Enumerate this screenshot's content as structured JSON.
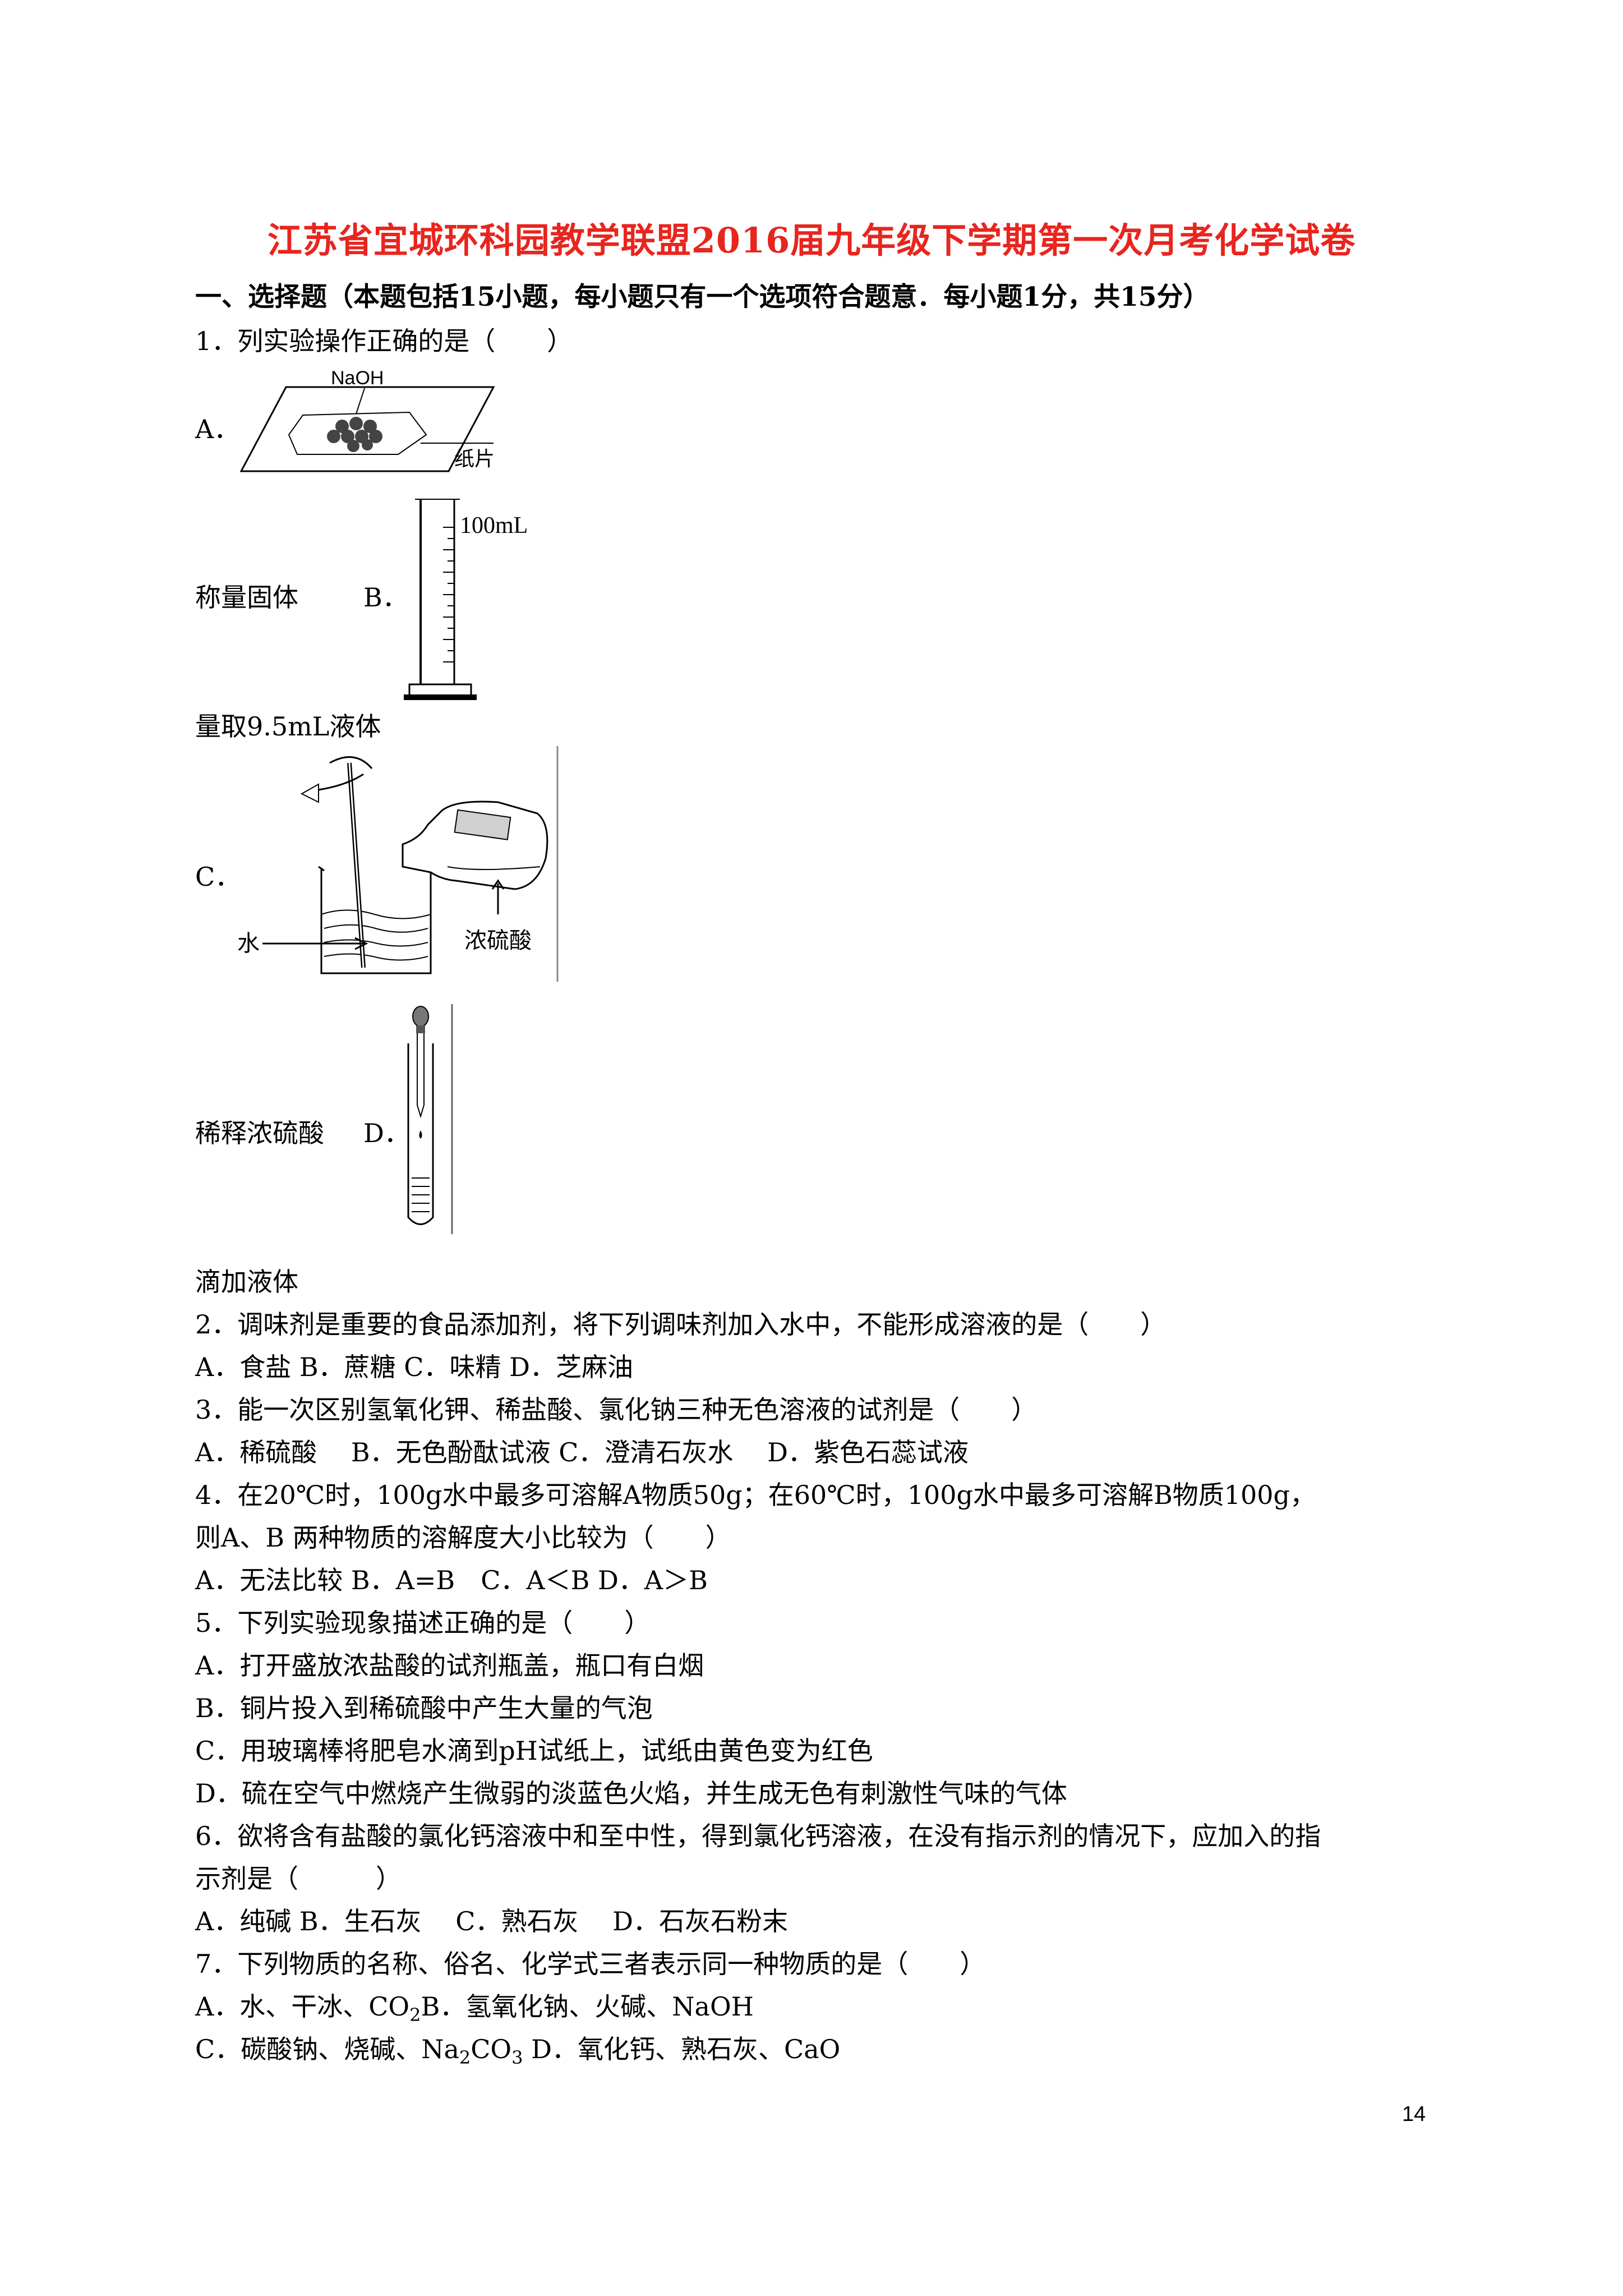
{
  "title": "江苏省宜城环科园教学联盟2016届九年级下学期第一次月考化学试卷",
  "section1": "一、选择题（本题包括15小题，每小题只有一个选项符合题意．每小题1分，共15分）",
  "q1": {
    "stem": "1．列实验操作正确的是（　　）",
    "a_label": "A．",
    "a_fig_naoh": "NaOH",
    "a_fig_paper": "纸片",
    "a_caption": "称量固体",
    "b_label": "B．",
    "b_fig_volume": "100mL",
    "b_caption": "量取9.5mL液体",
    "c_label": "C．",
    "c_fig_water": "水",
    "c_fig_acid": "浓硫酸",
    "c_caption": "稀释浓硫酸",
    "d_label": "D．",
    "d_caption": "滴加液体"
  },
  "q2": {
    "stem": "2．调味剂是重要的食品添加剂，将下列调味剂加入水中，不能形成溶液的是（　　）",
    "options": "A．食盐 B．蔗糖 C．味精 D．芝麻油"
  },
  "q3": {
    "stem": "3．能一次区别氢氧化钾、稀盐酸、氯化钠三种无色溶液的试剂是（　　）",
    "options": "A．稀硫酸　 B．无色酚酞试液 C．澄清石灰水　 D．紫色石蕊试液"
  },
  "q4": {
    "stem_line1": "4．在20℃时，100g水中最多可溶解A物质50g；在60℃时，100g水中最多可溶解B物质100g，",
    "stem_line2": "则A、B 两种物质的溶解度大小比较为（　　）",
    "options": "A．无法比较 B．A=B　C．A＜B D．A＞B"
  },
  "q5": {
    "stem": "5．下列实验现象描述正确的是（　　）",
    "a": "A．打开盛放浓盐酸的试剂瓶盖，瓶口有白烟",
    "b": "B．铜片投入到稀硫酸中产生大量的气泡",
    "c": "C．用玻璃棒将肥皂水滴到pH试纸上，试纸由黄色变为红色",
    "d": "D．硫在空气中燃烧产生微弱的淡蓝色火焰，并生成无色有刺激性气味的气体"
  },
  "q6": {
    "stem_line1": "6．欲将含有盐酸的氯化钙溶液中和至中性，得到氯化钙溶液，在没有指示剂的情况下，应加入的指",
    "stem_line2": "示剂是（　　　）",
    "options": "A．纯碱 B．生石灰　 C．熟石灰　 D．石灰石粉末"
  },
  "q7": {
    "stem": "7．下列物质的名称、俗名、化学式三者表示同一种物质的是（　　）",
    "opt_a_text": "A．水、干冰、CO",
    "opt_a_sub": "2",
    "opt_b_text": "B．氢氧化钠、火碱、NaOH",
    "opt_c_text": "C．碳酸钠、烧碱、Na",
    "opt_c_sub1": "2",
    "opt_c_mid": "CO",
    "opt_c_sub2": "3",
    "opt_d_text": " D．氧化钙、熟石灰、CaO"
  },
  "page_number": "14"
}
